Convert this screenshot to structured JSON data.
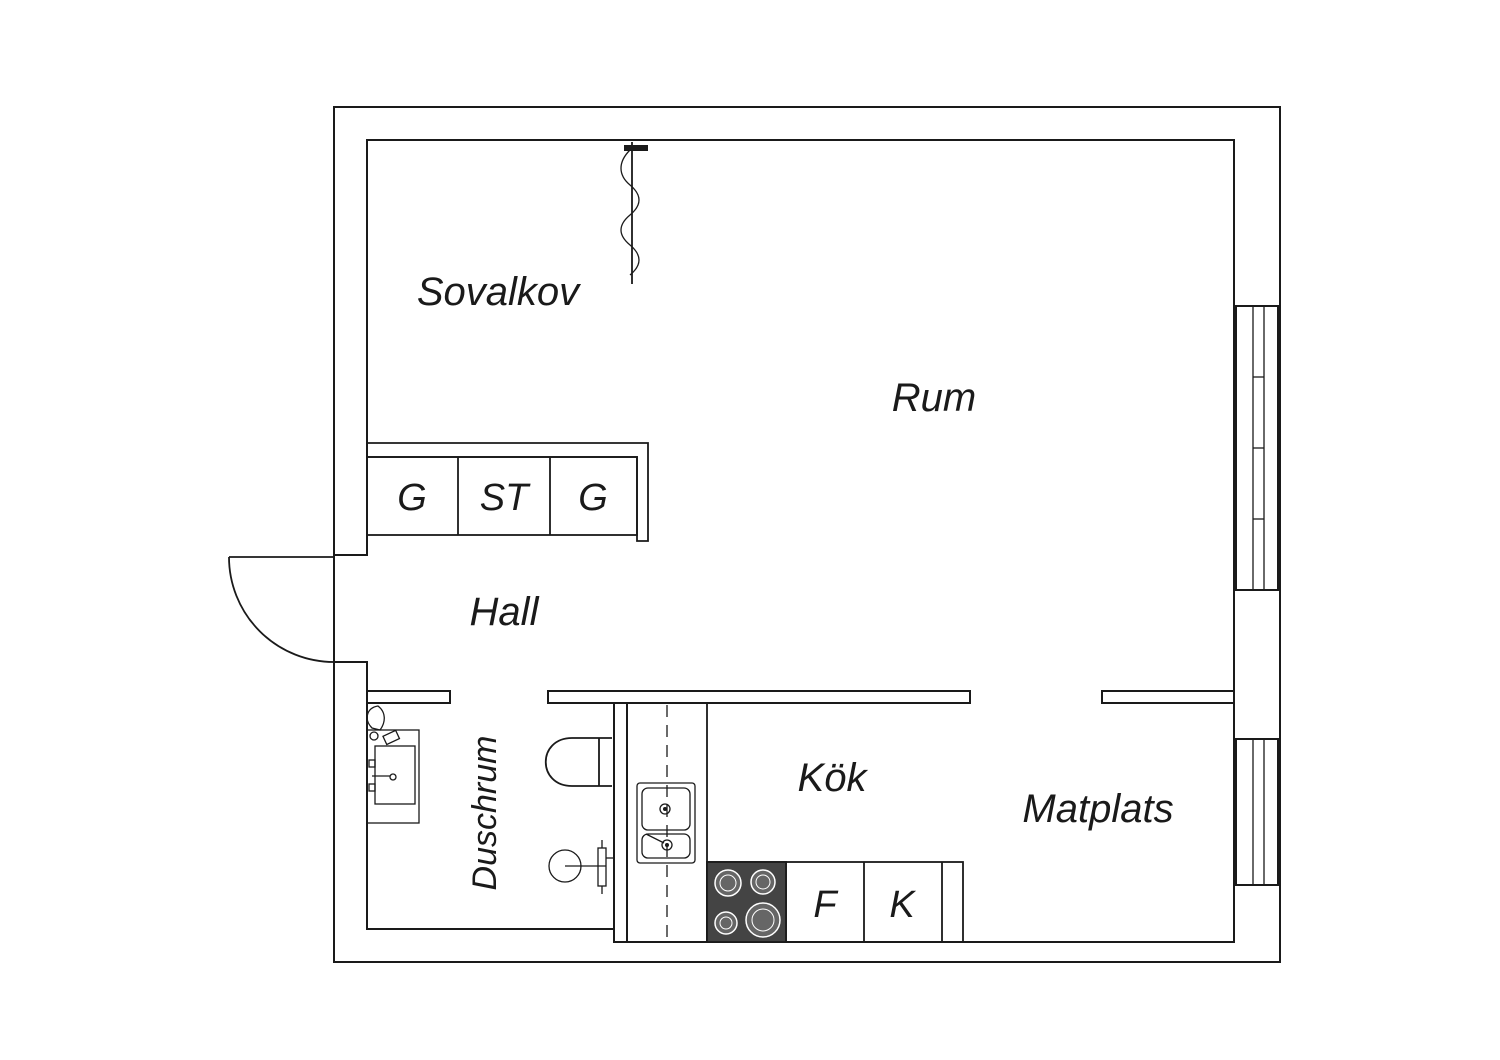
{
  "rooms": {
    "sovalkov": "Sovalkov",
    "rum": "Rum",
    "hall": "Hall",
    "duschrum": "Duschrum",
    "kok": "Kök",
    "matplats": "Matplats"
  },
  "wardrobes": {
    "left": "G",
    "middle": "ST",
    "right": "G"
  },
  "appliances": {
    "fridge": "F",
    "freezer": "K"
  },
  "colors": {
    "line": "#1a1a1a",
    "background": "#ffffff",
    "stove": "#444444"
  }
}
